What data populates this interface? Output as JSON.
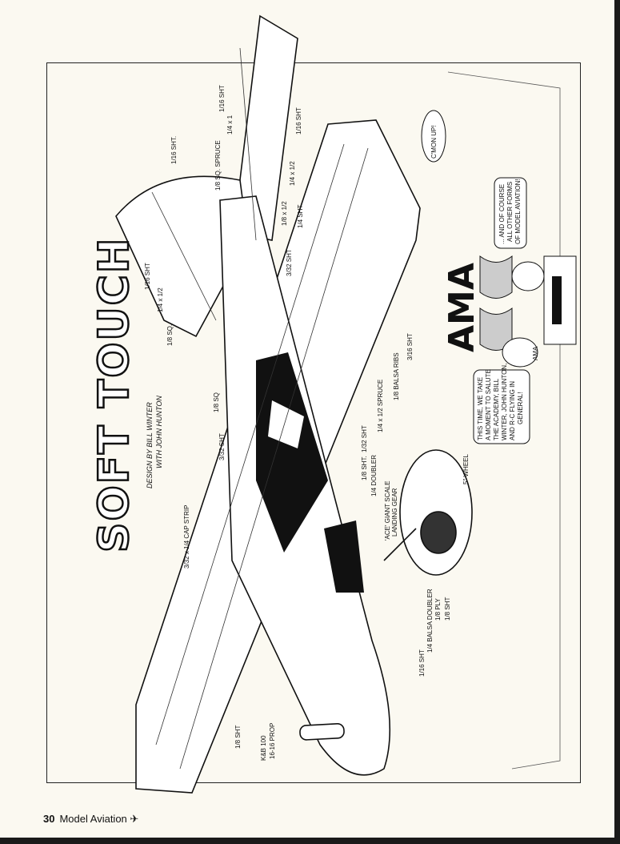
{
  "title": "SOFT TOUCH",
  "credits": {
    "design": "DESIGN BY BILL WINTER",
    "with": "WITH JOHN HUNTON"
  },
  "labels": {
    "cap_strip": "3/32 x 1/4 CAP STRIP",
    "sht_3_32_a": "3/32 SHT",
    "sq_1_8_a": "1/8 SQ",
    "fin_sht": "1/16 SHT.",
    "spruce_sq": "1/8 SQ. SPRUCE",
    "stab_sht_a": "1/16 SHT",
    "stab_1x4": "1/4 x 1",
    "stab_sht_b": "1/16 SHT",
    "stab_quarter_half": "1/4 x 1/2",
    "stab_eighth_half": "1/8 x 1/2",
    "wing_sht_quarter": "1/4 SHT",
    "wing_sht_3_32": "3/32 SHT",
    "fin_sht_b": "1/16 SHT",
    "fin_quarter_half": "1/4 x 1/2",
    "fin_sq": "1/8 SQ.",
    "sht_3_16": "3/16 SHT",
    "balsa_ribs": "1/8 BALSA RIBS",
    "spruce_spar": "1/4 x 1/2 SPRUCE",
    "sht_1_32": "1/32 SHT",
    "sht_1_8_a": "1/8 SHT.",
    "doubler": "1/4 DOUBLER",
    "landing_gear_1": "'ACE' GIANT SCALE",
    "landing_gear_2": "LANDING GEAR",
    "wheel": "5\" WHEEL",
    "sht_1_8_b": "1/8 SHT",
    "balsa_doubler": "1/4 BALSA DOUBLER",
    "ply": "1/8 PLY",
    "sht_1_16_nose": "1/16 SHT",
    "sht_1_8_wing": "1/8 SHT",
    "prop_1": "K&B 100",
    "prop_2": "16-16 PROP"
  },
  "cartoon": {
    "cmon": "C'MON UP!",
    "logo": "AMA",
    "shirt": "AMA",
    "bubble1": [
      "THIS TIME, WE TAKE",
      "A MOMENT TO SALUTE",
      "THE ACADEMY, BILL",
      "WINTER, JOHN HUNTON,",
      "AND R-C FLYING IN",
      "GENERAL!"
    ],
    "bubble2": [
      "... AND OF COURSE",
      "ALL OTHER FORMS",
      "OF MODEL AVIATION!"
    ]
  },
  "footer": {
    "page": "30",
    "magazine": "Model Aviation",
    "icon": "airplane-icon"
  }
}
